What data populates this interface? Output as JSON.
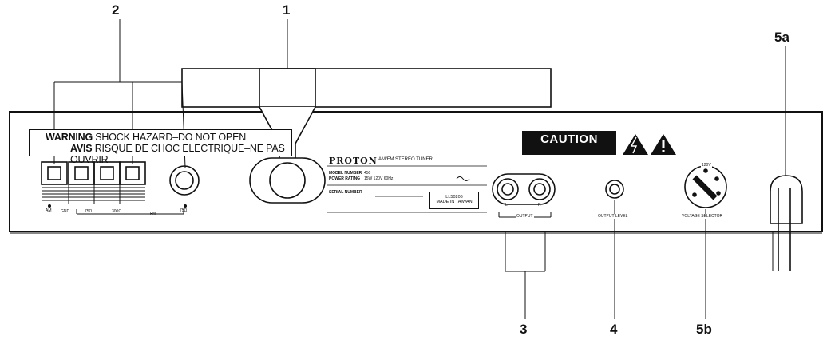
{
  "callouts": {
    "c1": "1",
    "c2": "2",
    "c3": "3",
    "c4": "4",
    "c5a": "5a",
    "c5b": "5b"
  },
  "warning": {
    "line1_bold": "WARNING",
    "line1": " SHOCK HAZARD–DO NOT OPEN",
    "line2_bold": "AVIS",
    "line2": " RISQUE DE CHOC ELECTRIQUE–NE PAS OUVRIR"
  },
  "terminals": {
    "am": "AM",
    "gnd": "GND",
    "ohm75": "75Ω",
    "ohm300": "300Ω",
    "fm": "FM",
    "jack75": "75Ω"
  },
  "label_plate": {
    "brand": "PROTON",
    "product": "AM/FM STEREO TUNER",
    "model_label": "MODEL NUMBER",
    "model_value": "450",
    "power_label": "POWER RATING",
    "power_value": "15W  120V  60Hz",
    "serial_label": "SERIAL NUMBER",
    "box_line1": "LL50206",
    "box_line2": "MADE IN TAIWAN"
  },
  "output": {
    "label": "OUTPUT",
    "left": "L",
    "right": "R"
  },
  "output_level": {
    "label": "OUTPUT LEVEL"
  },
  "caution": {
    "title": "CAUTION"
  },
  "voltage": {
    "label": "VOLTAGE SELECTOR",
    "setting": "120V"
  },
  "colors": {
    "ink": "#111111",
    "paper": "#ffffff"
  }
}
